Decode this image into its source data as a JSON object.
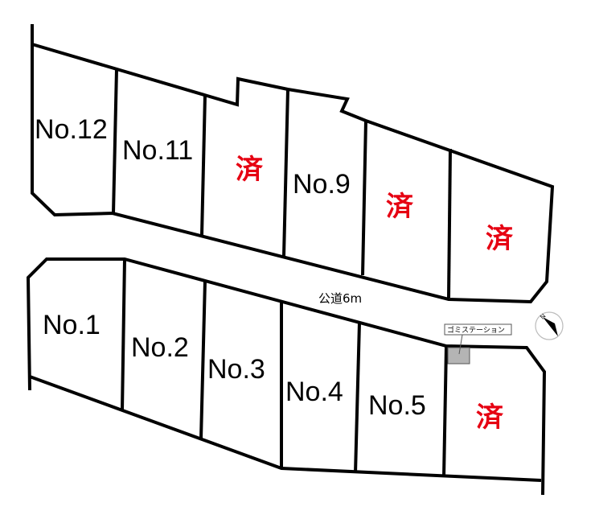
{
  "upper_lots": [
    {
      "label": "No.12",
      "sold": false
    },
    {
      "label": "No.11",
      "sold": false
    },
    {
      "label": "済",
      "sold": true
    },
    {
      "label": "No.9",
      "sold": false
    },
    {
      "label": "済",
      "sold": true
    },
    {
      "label": "済",
      "sold": true
    }
  ],
  "lower_lots": [
    {
      "label": "No.1",
      "sold": false
    },
    {
      "label": "No.2",
      "sold": false
    },
    {
      "label": "No.3",
      "sold": false
    },
    {
      "label": "No.4",
      "sold": false
    },
    {
      "label": "No.5",
      "sold": false
    },
    {
      "label": "済",
      "sold": true
    }
  ],
  "road_label": "公道6m",
  "garbage_station_label": "ゴミステーション",
  "compass_label": "N",
  "colors": {
    "sold": "#e60012",
    "line": "#000000",
    "garbage": "#b4b4b4"
  }
}
